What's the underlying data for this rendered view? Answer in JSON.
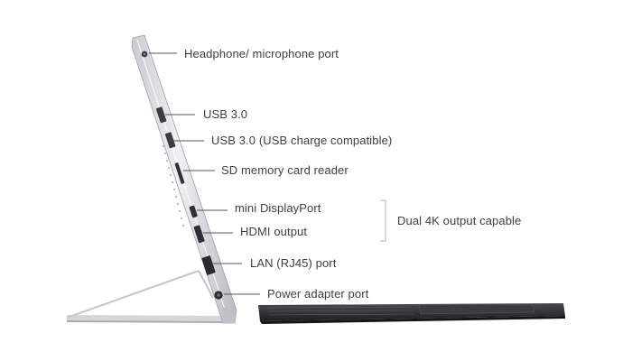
{
  "callouts": {
    "headphone": "Headphone/ microphone port",
    "usb1": "USB 3.0",
    "usb2": "USB 3.0 (USB charge  compatible)",
    "sd": "SD memory card reader",
    "minidp": "mini DisplayPort",
    "hdmi": "HDMI output",
    "lan": "LAN (RJ45) port",
    "power": "Power adapter port",
    "group": "Dual 4K output capable"
  },
  "colors": {
    "label_text": "#3f3f3f",
    "leader_line": "#555555",
    "bracket": "#b5b5b5",
    "chassis": "#dcdde0",
    "keyboard": "#2b2b2e"
  }
}
